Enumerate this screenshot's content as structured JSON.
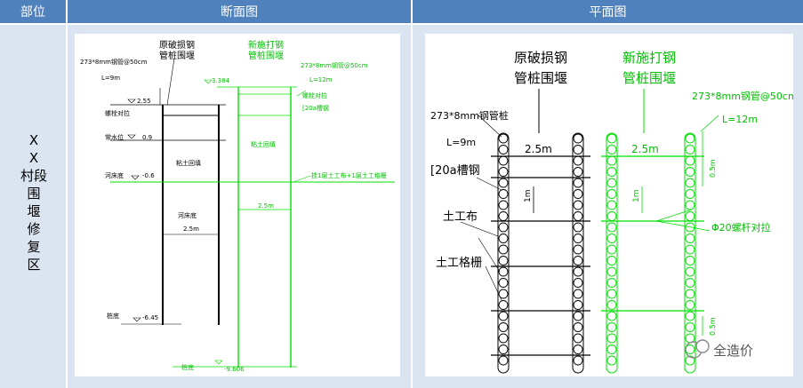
{
  "table": {
    "headers": [
      "部位",
      "断面图",
      "平面图"
    ],
    "region_chars": [
      "X",
      "X",
      "村段",
      "围",
      "堰",
      "修",
      "复",
      "区"
    ]
  },
  "section": {
    "old_title": [
      "原破损钢",
      "管桩围堰"
    ],
    "new_title": [
      "新施打钢",
      "管桩围堰"
    ],
    "old_pipe": "273*8mm钢管@50cm",
    "old_len": "L=9m",
    "new_pipe": "273*8mm钢管@50cm",
    "new_len": "L=12m",
    "elev_top_new": "3.384",
    "elev_255": "2.55",
    "bolt": "螺栓对拉",
    "water_level": "常水位",
    "elev_09": "0.9",
    "channel_bottom": "河床底",
    "elev_neg06": "-0.6",
    "clay_fill": "粘土回填",
    "channel_bottom2": "河床底",
    "width_old": "2.5m",
    "pile_bottom": "桩底",
    "elev_neg645": "-6.45",
    "new_bolt": "螺栓对拉",
    "new_channel": "[20a槽钢",
    "new_clay": "粘土回填",
    "geo_note": "挂1层土工布+1层土工格栅",
    "width_new": "2.5m",
    "pile_bottom2": "桩底",
    "elev_neg9606": "-9.606"
  },
  "plan": {
    "old_title": [
      "原破损钢",
      "管桩围堰"
    ],
    "new_title": [
      "新施打钢",
      "管桩围堰"
    ],
    "new_pipe": "273*8mm钢管@50cm",
    "new_len": "L=12m",
    "old_pipe": "273*8mm钢管桩",
    "old_len": "L=9m",
    "span_old": "2.5m",
    "span_new": "2.5m",
    "channel": "[20a槽钢",
    "spacing_old": "1m",
    "spacing_new": "1m",
    "dim_05a": "0.5m",
    "dim_05b": "0.5m",
    "geotextile": "土工布",
    "geogrid": "土工格栅",
    "rod": "Φ20螺杆对拉"
  },
  "watermark": {
    "text": "全造价"
  },
  "colors": {
    "header": "#4f81bd",
    "cell": "#dbe5f1",
    "green": "#00e000",
    "black": "#000000"
  }
}
